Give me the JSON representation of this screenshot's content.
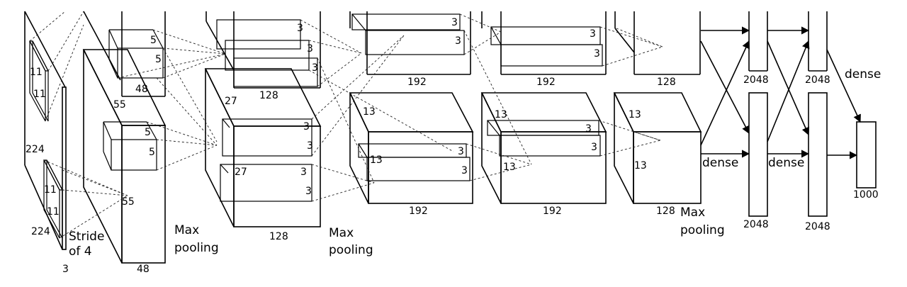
{
  "input": {
    "height": "224",
    "width": "224",
    "depth": "3",
    "kernel_top": "11",
    "kernel_side": "11",
    "kernel_bottom_top": "11",
    "kernel_bottom_side": "11",
    "stride_line1": "Stride",
    "stride_line2": "of 4"
  },
  "conv1": {
    "top_depth": "48",
    "bottom_depth": "48",
    "size": "55",
    "size_bottom": "55",
    "kernel_top_a": "5",
    "kernel_top_b": "5",
    "kernel_bot_a": "5",
    "kernel_bot_b": "5"
  },
  "pool1": {
    "line1": "Max",
    "line2": "pooling"
  },
  "conv2": {
    "top_depth": "128",
    "bottom_depth": "128",
    "size": "27",
    "size_inner": "27",
    "k_top": [
      "3",
      "3",
      "3"
    ],
    "k_bot": [
      "3",
      "3",
      "3",
      "3"
    ]
  },
  "pool2": {
    "line1": "Max",
    "line2": "pooling"
  },
  "conv3": {
    "top_depth": "192",
    "bottom_depth": "192",
    "size": "13",
    "size_inner": "13",
    "k_top": [
      "3",
      "3"
    ],
    "k_bot": [
      "3",
      "3"
    ]
  },
  "conv4": {
    "top_depth": "192",
    "bottom_depth": "192",
    "size": "13",
    "size_inner": "13",
    "k_top": [
      "3",
      "3"
    ],
    "k_bot": [
      "3",
      "3"
    ]
  },
  "conv5": {
    "top_depth": "128",
    "bottom_depth": "128",
    "size": "13",
    "size_inner": "13"
  },
  "pool3": {
    "line1": "Max",
    "line2": "pooling"
  },
  "fc6": {
    "top": "2048",
    "bottom": "2048"
  },
  "fc7": {
    "top": "2048",
    "bottom": "2048"
  },
  "output": {
    "size": "1000"
  },
  "dense": {
    "label1": "dense",
    "label2": "dense",
    "label3": "dense"
  }
}
